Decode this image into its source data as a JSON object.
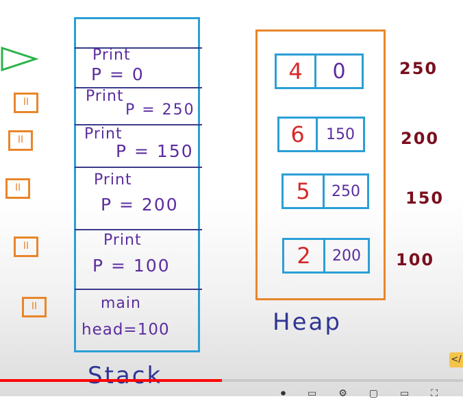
{
  "stack": {
    "caption": "Stack",
    "frames": [
      {
        "name": "Print",
        "var": "P = 0"
      },
      {
        "name": "Print",
        "var": "P = 250"
      },
      {
        "name": "Print",
        "var": "P = 150"
      },
      {
        "name": "Print",
        "var": "P = 200"
      },
      {
        "name": "Print",
        "var": "P = 100"
      },
      {
        "name": "main",
        "var": "head=100"
      }
    ],
    "resume_mark": "II"
  },
  "heap": {
    "caption": "Heap",
    "nodes": [
      {
        "data": "4",
        "next": "0",
        "address": "250"
      },
      {
        "data": "6",
        "next": "150",
        "address": "200"
      },
      {
        "data": "5",
        "next": "250",
        "address": "150"
      },
      {
        "data": "2",
        "next": "200",
        "address": "100"
      }
    ]
  },
  "player": {
    "progress": 0.48,
    "code_badge": "</",
    "accent_color": "#ff0000"
  },
  "colors": {
    "stack_border": "#2a9fd6",
    "heap_border": "#e8862a",
    "frame_text": "#5b2d9e",
    "data_text": "#d62828",
    "address_text": "#7a0f1e",
    "caption_text": "#2f3593",
    "current_arrow": "#2bb34a"
  }
}
